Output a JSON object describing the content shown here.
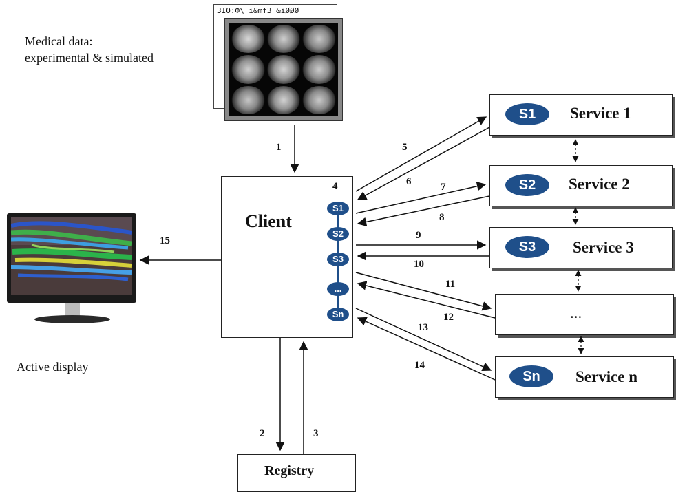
{
  "medical_label_line1": "Medical data:",
  "medical_label_line2": "experimental & simulated",
  "display_label": "Active display",
  "client_label": "Client",
  "registry_label": "Registry",
  "client_port_number": "4",
  "client_ports": [
    "S1",
    "S2",
    "S3",
    "...",
    "Sn"
  ],
  "services": [
    {
      "badge": "S1",
      "name": "Service 1"
    },
    {
      "badge": "S2",
      "name": "Service 2"
    },
    {
      "badge": "S3",
      "name": "Service 3"
    },
    {
      "badge": "",
      "name": "..."
    },
    {
      "badge": "Sn",
      "name": "Service n"
    }
  ],
  "arrow_labels": [
    "1",
    "2",
    "3",
    "5",
    "6",
    "7",
    "8",
    "9",
    "10",
    "11",
    "12",
    "13",
    "14",
    "15"
  ],
  "scan_header_text": "ЗIO:Ф\\ i&mf3 &iØØØ",
  "colors": {
    "badge": "#1f4f8a",
    "border": "#222222"
  }
}
